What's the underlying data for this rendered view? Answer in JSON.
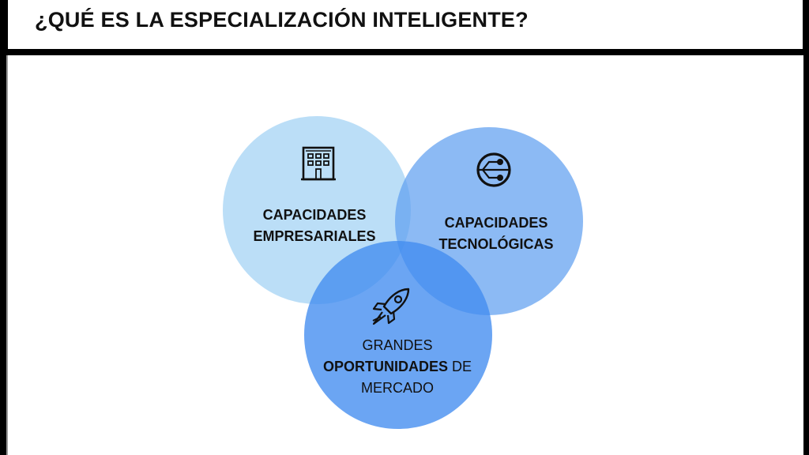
{
  "slide": {
    "title": "¿QUÉ ES LA ESPECIALIZACIÓN INTELIGENTE?"
  },
  "diagram": {
    "circles": [
      {
        "icon": "building-icon",
        "line1": "CAPACIDADES",
        "line2": "EMPRESARIALES",
        "color": "#b4daf6"
      },
      {
        "icon": "technology-circuit-icon",
        "line1": "CAPACIDADES",
        "line2": "TECNOLÓGICAS",
        "color": "#5fa0f0"
      },
      {
        "icon": "rocket-icon",
        "line1": "GRANDES",
        "line2_bold": "OPORTUNIDADES",
        "line2_rest": " DE",
        "line3": "MERCADO",
        "color": "#418cf0"
      }
    ]
  }
}
